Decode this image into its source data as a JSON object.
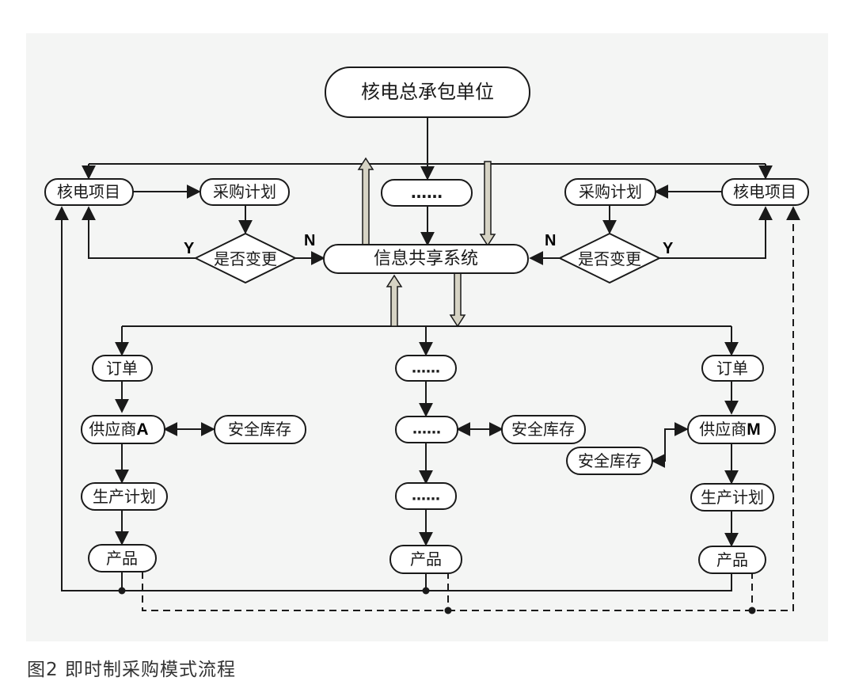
{
  "diagram": {
    "top_node": "核电总承包单位",
    "info_system": "信息共享系统",
    "ellipsis": "……",
    "left": {
      "project": "核电项目",
      "plan": "采购计划",
      "decision": "是否变更",
      "yes": "Y",
      "no": "N"
    },
    "right": {
      "project": "核电项目",
      "plan": "采购计划",
      "decision": "是否变更",
      "yes": "Y",
      "no": "N"
    },
    "branch_left": {
      "order": "订单",
      "supplier": "供应商",
      "supplier_letter": "A",
      "stock": "安全库存",
      "production": "生产计划",
      "product": "产品"
    },
    "branch_mid": {
      "product": "产品",
      "stock": "安全库存"
    },
    "branch_right": {
      "order": "订单",
      "supplier": "供应商",
      "supplier_letter": "M",
      "stock": "安全库存",
      "production": "生产计划",
      "product": "产品"
    }
  },
  "caption": "图2  即时制采购模式流程",
  "colors": {
    "panel_bg": "#f4f5f4",
    "stroke": "#1a1a1a",
    "hollow_arrow_fill": "#d6d3c4"
  }
}
